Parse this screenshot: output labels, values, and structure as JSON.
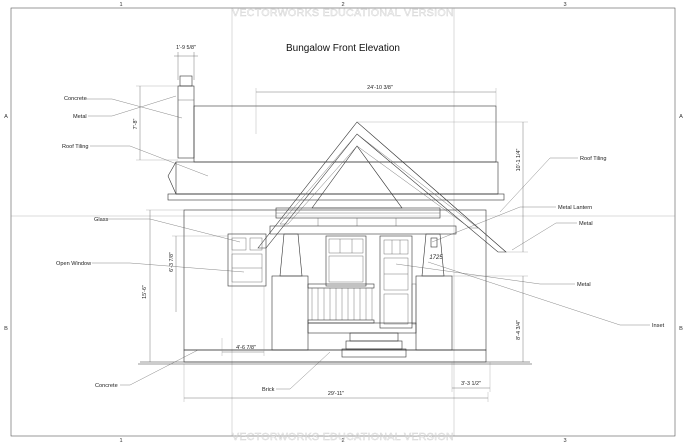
{
  "title": "Bungalow Front Elevation",
  "watermark": "VECTORWORKS EDUCATIONAL VERSION",
  "grid": {
    "columns": [
      "1",
      "2",
      "3"
    ],
    "rows": [
      "A",
      "B"
    ]
  },
  "labels": {
    "concrete_top": "Concrete",
    "metal_left": "Metal",
    "roof_tiling_left": "Roof Tiling",
    "glass": "Glass",
    "open_window": "Open Window",
    "concrete_bottom": "Concrete",
    "brick": "Brick",
    "roof_tiling_right": "Roof Tiling",
    "metal_lantern": "Metal Lantern",
    "metal_right_top": "Metal",
    "metal_right_mid": "Metal",
    "inset": "Inset",
    "house_number": "1725"
  },
  "dimensions": {
    "chimney_width": "1'-9 5/8\"",
    "chimney_height": "7'-8\"",
    "roof_width": "24'-10 3/8\"",
    "gable_height": "10'-1 1/4\"",
    "window_height": "6'-3 7/8\"",
    "wall_height": "15'-6\"",
    "window_offset": "4'-6 7/8\"",
    "porch_height": "8'-4 3/4\"",
    "step_width": "3'-3 1/2\"",
    "total_width": "29'-11\""
  }
}
